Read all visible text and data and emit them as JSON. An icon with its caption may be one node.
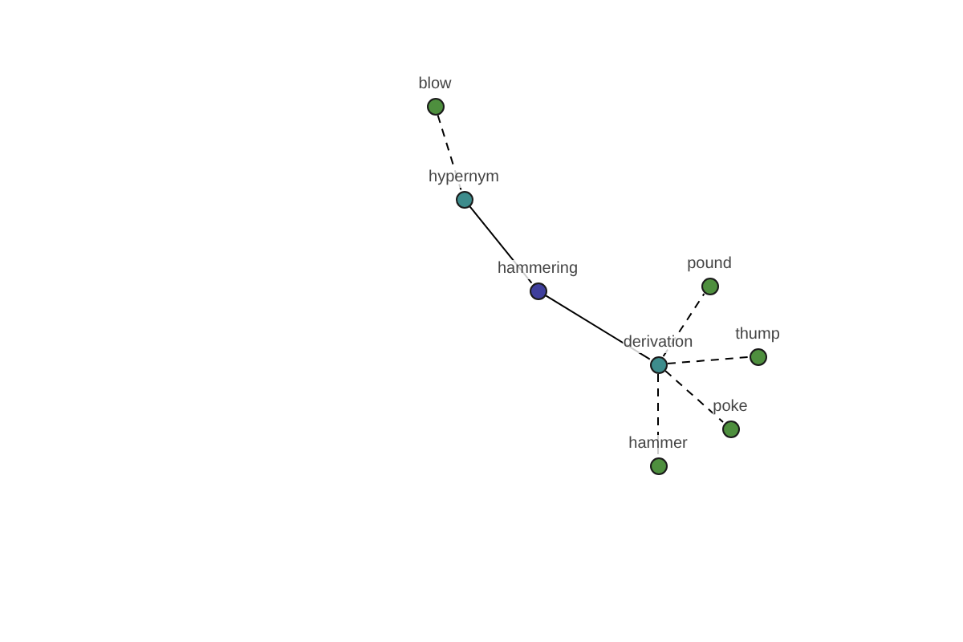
{
  "diagram": {
    "nodes": [
      {
        "text": [
          "blow"
        ]
      },
      {
        "text": [
          "hypernym"
        ]
      },
      {
        "text": [
          "pound"
        ]
      },
      {
        "text": [
          "hammering"
        ]
      },
      {
        "text": [
          "thump"
        ]
      },
      {
        "text": [
          "derivation"
        ]
      },
      {
        "text": [
          "poke"
        ]
      },
      {
        "text": [
          "hammer"
        ]
      }
    ],
    "edges": [
      {
        "from": 0,
        "to": 1,
        "arrow": "none",
        "style": "dashed"
      },
      {
        "from": 1,
        "to": 3,
        "arrow": "none"
      },
      {
        "from": 3,
        "to": 5,
        "arrow": "none"
      },
      {
        "from": 5,
        "to": 2,
        "arrow": "none",
        "style": "dashed"
      },
      {
        "from": 5,
        "to": 4,
        "arrow": "none",
        "style": "dashed"
      },
      {
        "from": 5,
        "to": 6,
        "arrow": "none",
        "style": "dashed"
      },
      {
        "from": 5,
        "to": 7,
        "arrow": "none",
        "style": "dashed"
      }
    ]
  }
}
